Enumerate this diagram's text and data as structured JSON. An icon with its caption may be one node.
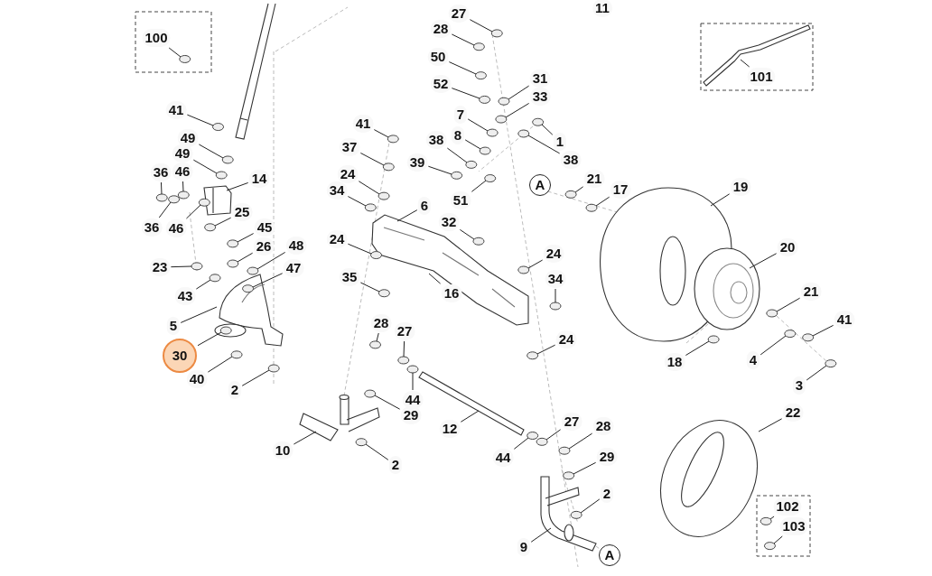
{
  "diagram": {
    "nodes": [
      {
        "text": [
          "100"
        ]
      },
      {
        "text": [
          "27"
        ]
      },
      {
        "text": [
          "28"
        ]
      },
      {
        "text": [
          "50"
        ]
      },
      {
        "text": [
          "101"
        ]
      },
      {
        "text": [
          "31"
        ]
      },
      {
        "text": [
          "52"
        ]
      },
      {
        "text": [
          "33"
        ]
      },
      {
        "text": [
          "41"
        ]
      },
      {
        "text": [
          "7"
        ]
      },
      {
        "text": [
          "41"
        ]
      },
      {
        "text": [
          "8"
        ]
      },
      {
        "text": [
          "49"
        ]
      },
      {
        "text": [
          "38"
        ]
      },
      {
        "text": [
          "1"
        ]
      },
      {
        "text": [
          "37"
        ]
      },
      {
        "text": [
          "49"
        ]
      },
      {
        "text": [
          "38"
        ]
      },
      {
        "text": [
          "39"
        ]
      },
      {
        "text": [
          "36"
        ]
      },
      {
        "text": [
          "46"
        ]
      },
      {
        "text": [
          "24"
        ]
      },
      {
        "text": [
          "14"
        ]
      },
      {
        "text": [
          "A"
        ]
      },
      {
        "text": [
          "21"
        ]
      },
      {
        "text": [
          "19"
        ]
      },
      {
        "text": [
          "17"
        ]
      },
      {
        "text": [
          "34"
        ]
      },
      {
        "text": [
          "51"
        ]
      },
      {
        "text": [
          "6"
        ]
      },
      {
        "text": [
          "25"
        ]
      },
      {
        "text": [
          "32"
        ]
      },
      {
        "text": [
          "36"
        ]
      },
      {
        "text": [
          "46"
        ]
      },
      {
        "text": [
          "45"
        ]
      },
      {
        "text": [
          "24"
        ]
      },
      {
        "text": [
          "26"
        ]
      },
      {
        "text": [
          "48"
        ]
      },
      {
        "text": [
          "20"
        ]
      },
      {
        "text": [
          "24"
        ]
      },
      {
        "text": [
          "23"
        ]
      },
      {
        "text": [
          "47"
        ]
      },
      {
        "text": [
          "35"
        ]
      },
      {
        "text": [
          "34"
        ]
      },
      {
        "text": [
          "21"
        ]
      },
      {
        "text": [
          "16"
        ]
      },
      {
        "text": [
          "43"
        ]
      },
      {
        "text": [
          "41"
        ]
      },
      {
        "text": [
          "28"
        ]
      },
      {
        "text": [
          "5"
        ]
      },
      {
        "text": [
          "27"
        ]
      },
      {
        "text": [
          "24"
        ]
      },
      {
        "text": [
          "30"
        ]
      },
      {
        "text": [
          "4"
        ]
      },
      {
        "text": [
          "18"
        ]
      },
      {
        "text": [
          "40"
        ]
      },
      {
        "text": [
          "3"
        ]
      },
      {
        "text": [
          "2"
        ]
      },
      {
        "text": [
          "44"
        ]
      },
      {
        "text": [
          "22"
        ]
      },
      {
        "text": [
          "29"
        ]
      },
      {
        "text": [
          "27"
        ]
      },
      {
        "text": [
          "28"
        ]
      },
      {
        "text": [
          "12"
        ]
      },
      {
        "text": [
          "10"
        ]
      },
      {
        "text": [
          "29"
        ]
      },
      {
        "text": [
          "44"
        ]
      },
      {
        "text": [
          "2"
        ]
      },
      {
        "text": [
          "2"
        ]
      },
      {
        "text": [
          "102"
        ]
      },
      {
        "text": [
          "103"
        ]
      },
      {
        "text": [
          "9"
        ]
      },
      {
        "text": [
          "A"
        ]
      },
      {
        "text": [
          "11"
        ]
      }
    ],
    "edges": [
      {
        "from": 0,
        "to": null,
        "arrow": "none"
      },
      {
        "from": 1,
        "to": null,
        "arrow": "none"
      },
      {
        "from": 2,
        "to": null,
        "arrow": "none"
      },
      {
        "from": 3,
        "to": null,
        "arrow": "none"
      },
      {
        "from": 4,
        "to": null,
        "arrow": "none"
      },
      {
        "from": 5,
        "to": null,
        "arrow": "none"
      },
      {
        "from": 6,
        "to": null,
        "arrow": "none"
      },
      {
        "from": 7,
        "to": null,
        "arrow": "none"
      },
      {
        "from": 8,
        "to": null,
        "arrow": "none"
      },
      {
        "from": 9,
        "to": null,
        "arrow": "none"
      },
      {
        "from": 10,
        "to": null,
        "arrow": "none"
      },
      {
        "from": 11,
        "to": null,
        "arrow": "none"
      },
      {
        "from": 12,
        "to": null,
        "arrow": "none"
      },
      {
        "from": 13,
        "to": null,
        "arrow": "none"
      },
      {
        "from": 14,
        "to": null,
        "arrow": "none"
      },
      {
        "from": 15,
        "to": null,
        "arrow": "none"
      },
      {
        "from": 16,
        "to": null,
        "arrow": "none"
      },
      {
        "from": 17,
        "to": null,
        "arrow": "none"
      },
      {
        "from": 18,
        "to": null,
        "arrow": "none"
      },
      {
        "from": 19,
        "to": null,
        "arrow": "none"
      },
      {
        "from": 20,
        "to": null,
        "arrow": "none"
      },
      {
        "from": 21,
        "to": null,
        "arrow": "none"
      },
      {
        "from": 22,
        "to": null,
        "arrow": "none"
      },
      {
        "from": 24,
        "to": null,
        "arrow": "none"
      },
      {
        "from": 25,
        "to": null,
        "arrow": "none"
      },
      {
        "from": 26,
        "to": null,
        "arrow": "none"
      },
      {
        "from": 27,
        "to": null,
        "arrow": "none"
      },
      {
        "from": 28,
        "to": null,
        "arrow": "none"
      },
      {
        "from": 29,
        "to": null,
        "arrow": "none"
      },
      {
        "from": 30,
        "to": null,
        "arrow": "none"
      },
      {
        "from": 31,
        "to": null,
        "arrow": "none"
      },
      {
        "from": 32,
        "to": null,
        "arrow": "none"
      },
      {
        "from": 33,
        "to": null,
        "arrow": "none"
      },
      {
        "from": 34,
        "to": null,
        "arrow": "none"
      },
      {
        "from": 35,
        "to": null,
        "arrow": "none"
      },
      {
        "from": 36,
        "to": null,
        "arrow": "none"
      },
      {
        "from": 37,
        "to": null,
        "arrow": "none"
      },
      {
        "from": 38,
        "to": null,
        "arrow": "none"
      },
      {
        "from": 39,
        "to": null,
        "arrow": "none"
      },
      {
        "from": 40,
        "to": null,
        "arrow": "none"
      },
      {
        "from": 41,
        "to": null,
        "arrow": "none"
      },
      {
        "from": 42,
        "to": null,
        "arrow": "none"
      },
      {
        "from": 43,
        "to": null,
        "arrow": "none"
      },
      {
        "from": 44,
        "to": null,
        "arrow": "none"
      },
      {
        "from": 45,
        "to": null,
        "arrow": "none"
      },
      {
        "from": 46,
        "to": null,
        "arrow": "none"
      },
      {
        "from": 47,
        "to": null,
        "arrow": "none"
      },
      {
        "from": 48,
        "to": null,
        "arrow": "none"
      },
      {
        "from": 49,
        "to": null,
        "arrow": "none"
      },
      {
        "from": 50,
        "to": null,
        "arrow": "none"
      },
      {
        "from": 51,
        "to": null,
        "arrow": "none"
      },
      {
        "from": 52,
        "to": null,
        "arrow": "none"
      },
      {
        "from": 53,
        "to": null,
        "arrow": "none"
      },
      {
        "from": 54,
        "to": null,
        "arrow": "none"
      },
      {
        "from": 55,
        "to": null,
        "arrow": "none"
      },
      {
        "from": 56,
        "to": null,
        "arrow": "none"
      },
      {
        "from": 57,
        "to": null,
        "arrow": "none"
      },
      {
        "from": 58,
        "to": null,
        "arrow": "none"
      },
      {
        "from": 59,
        "to": null,
        "arrow": "none"
      },
      {
        "from": 60,
        "to": null,
        "arrow": "none"
      },
      {
        "from": 61,
        "to": null,
        "arrow": "none"
      },
      {
        "from": 62,
        "to": null,
        "arrow": "none"
      },
      {
        "from": 63,
        "to": null,
        "arrow": "none"
      },
      {
        "from": 64,
        "to": null,
        "arrow": "none"
      },
      {
        "from": 65,
        "to": null,
        "arrow": "none"
      },
      {
        "from": 66,
        "to": null,
        "arrow": "none"
      },
      {
        "from": 67,
        "to": null,
        "arrow": "none"
      },
      {
        "from": 68,
        "to": null,
        "arrow": "none"
      },
      {
        "from": 69,
        "to": null,
        "arrow": "none"
      },
      {
        "from": 70,
        "to": null,
        "arrow": "none"
      },
      {
        "from": 71,
        "to": null,
        "arrow": "none"
      }
    ]
  }
}
